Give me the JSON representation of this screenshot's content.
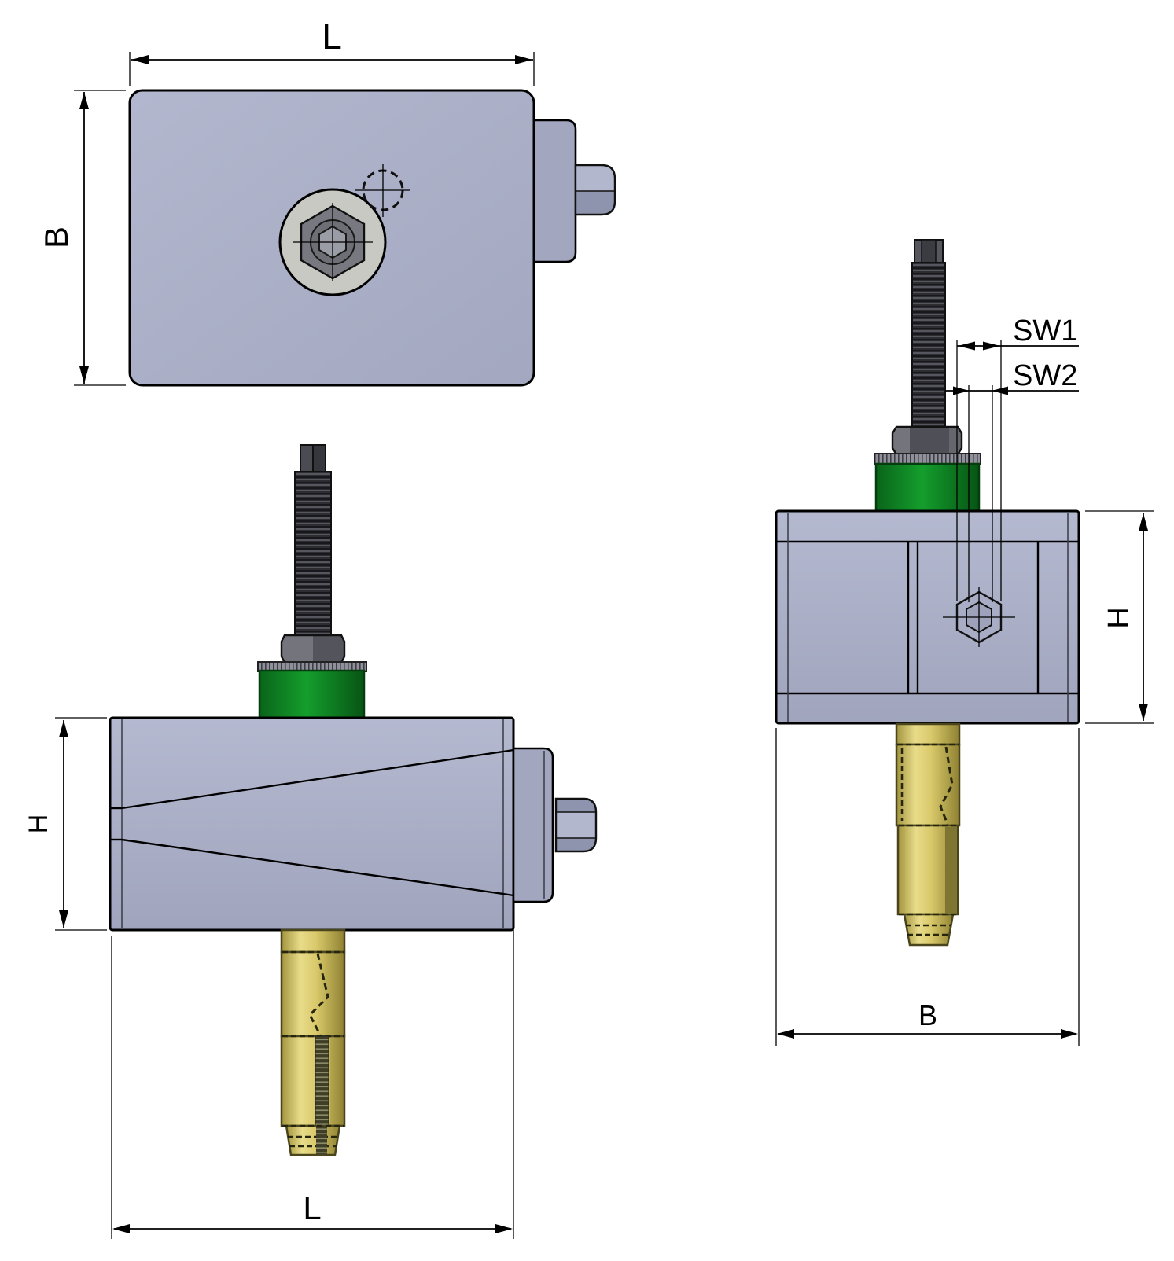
{
  "drawing": {
    "type": "engineering-orthographic-views",
    "background": "#ffffff",
    "line_color": "#000000",
    "views": {
      "top": {
        "dim_length": "L",
        "dim_width": "B"
      },
      "front": {
        "dim_height": "H",
        "dim_length": "L"
      },
      "side": {
        "dim_sw1": "SW1",
        "dim_sw2": "SW2",
        "dim_height": "H",
        "dim_width": "B"
      }
    },
    "colors": {
      "housing": "#a8adc5",
      "housing_light": "#b4b9d0",
      "housing_dark": "#9aa0b8",
      "connector": "#a2a7bf",
      "bolt_light": "#b2b7ce",
      "bolt_dark": "#8e94ad",
      "steel_boss": "#c9c9c3",
      "steel_hex": "#787881",
      "steel_inner": "#6e6e76",
      "steel_socket": "#9b9da6",
      "rod_dark": "#2c2c31",
      "nut_gray": "#5f5f67",
      "washer_gray": "#90909a",
      "elastomer_green": "#0f8a22",
      "anchor_brass": "#d9ca6e",
      "anchor_shadow": "#8f8132"
    }
  }
}
